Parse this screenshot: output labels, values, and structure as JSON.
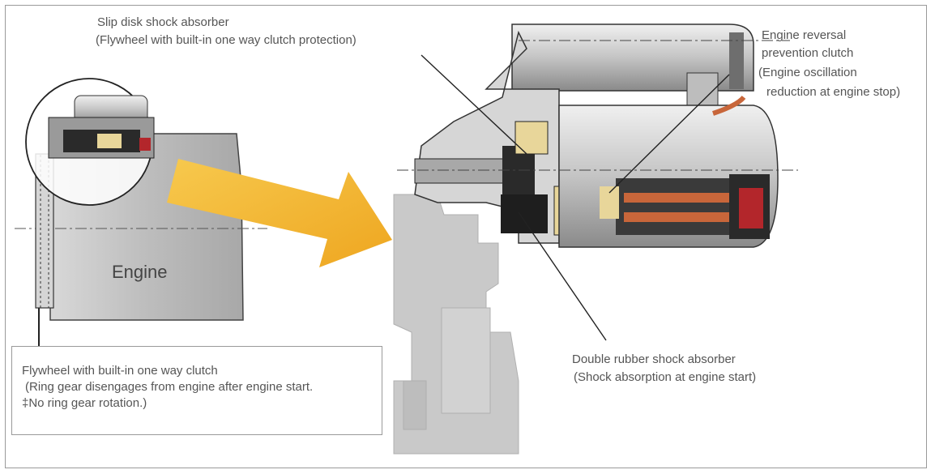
{
  "engine_label": "Engine",
  "callouts": {
    "slip_disk": {
      "line1": "Slip disk shock absorber",
      "line2": "(Flywheel with built-in one way clutch protection)"
    },
    "reversal": {
      "line1": "Engine reversal",
      "line2": "prevention clutch",
      "line3": "(Engine oscillation",
      "line4": "reduction at engine stop)"
    },
    "double_rubber": {
      "line1": "Double rubber shock absorber",
      "line2": "(Shock absorption at engine start)"
    },
    "flywheel": {
      "line1": "Flywheel with built-in one way clutch",
      "line2": "(Ring gear disengages from engine after engine start.",
      "line3": "‡No ring gear rotation.)"
    }
  },
  "colors": {
    "arrow": "#f2b52f",
    "engine_fill": "#b8b8b8",
    "label_text": "#555555",
    "accent_red": "#b3262b",
    "accent_copper": "#c8663a",
    "accent_yellow": "#e8d69a"
  }
}
